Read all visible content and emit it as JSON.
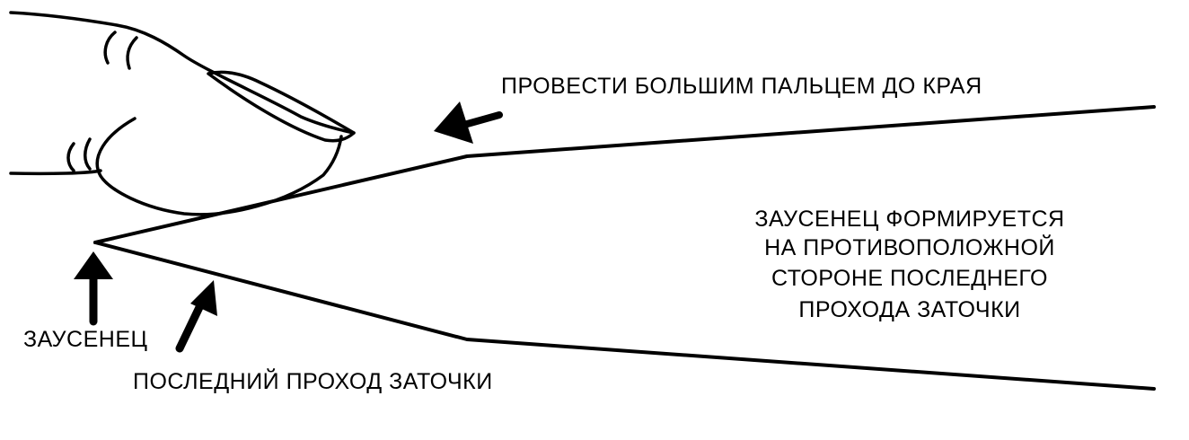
{
  "labels": {
    "thumb_instruction": "ПРОВЕСТИ БОЛЬШИМ ПАЛЬЦЕМ ДО КРАЯ",
    "burr_note": [
      "ЗАУСЕНЕЦ ФОРМИРУЕТСЯ",
      "НА ПРОТИВОПОЛОЖНОЙ",
      "СТОРОНЕ ПОСЛЕДНЕГО",
      "ПРОХОДА ЗАТОЧКИ"
    ],
    "burr": "ЗАУСЕНЕЦ",
    "last_pass": "ПОСЛЕДНИЙ ПРОХОД ЗАТОЧКИ"
  },
  "icons": {
    "thumb": "thumb-icon",
    "arrows": [
      "arrow-to-edge-icon",
      "arrow-burr-icon",
      "arrow-last-pass-icon"
    ]
  },
  "colors": {
    "ink": "#000000",
    "background": "#ffffff"
  }
}
